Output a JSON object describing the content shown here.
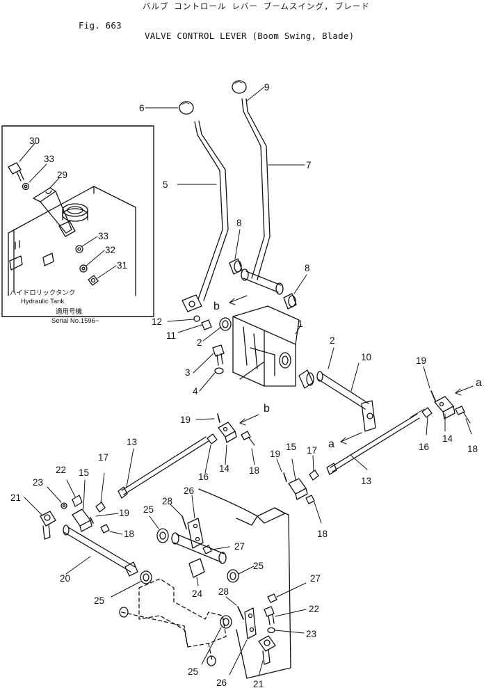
{
  "header": {
    "japanese_title": "バルブ コントロール レバー ブームスイング, ブレード",
    "figure_number": "Fig. 663",
    "title": "VALVE CONTROL LEVER (Boom Swing, Blade)"
  },
  "inset": {
    "tank_label_jp": "ハイドロリックタンク",
    "tank_label_en": "Hydraulic Tank",
    "serial_label_jp": "適用号機",
    "serial_label_en": "Serial No.1596~"
  },
  "callouts": [
    "1",
    "2",
    "2",
    "3",
    "4",
    "5",
    "6",
    "7",
    "8",
    "8",
    "9",
    "10",
    "11",
    "12",
    "13",
    "13",
    "14",
    "14",
    "15",
    "15",
    "16",
    "16",
    "17",
    "17",
    "18",
    "18",
    "18",
    "18",
    "19",
    "19",
    "19",
    "19",
    "20",
    "21",
    "21",
    "22",
    "22",
    "23",
    "23",
    "24",
    "25",
    "25",
    "25",
    "25",
    "26",
    "26",
    "27",
    "27",
    "28",
    "28",
    "29",
    "30",
    "31",
    "32",
    "33",
    "33"
  ],
  "view_markers": {
    "a": "a",
    "b": "b"
  }
}
